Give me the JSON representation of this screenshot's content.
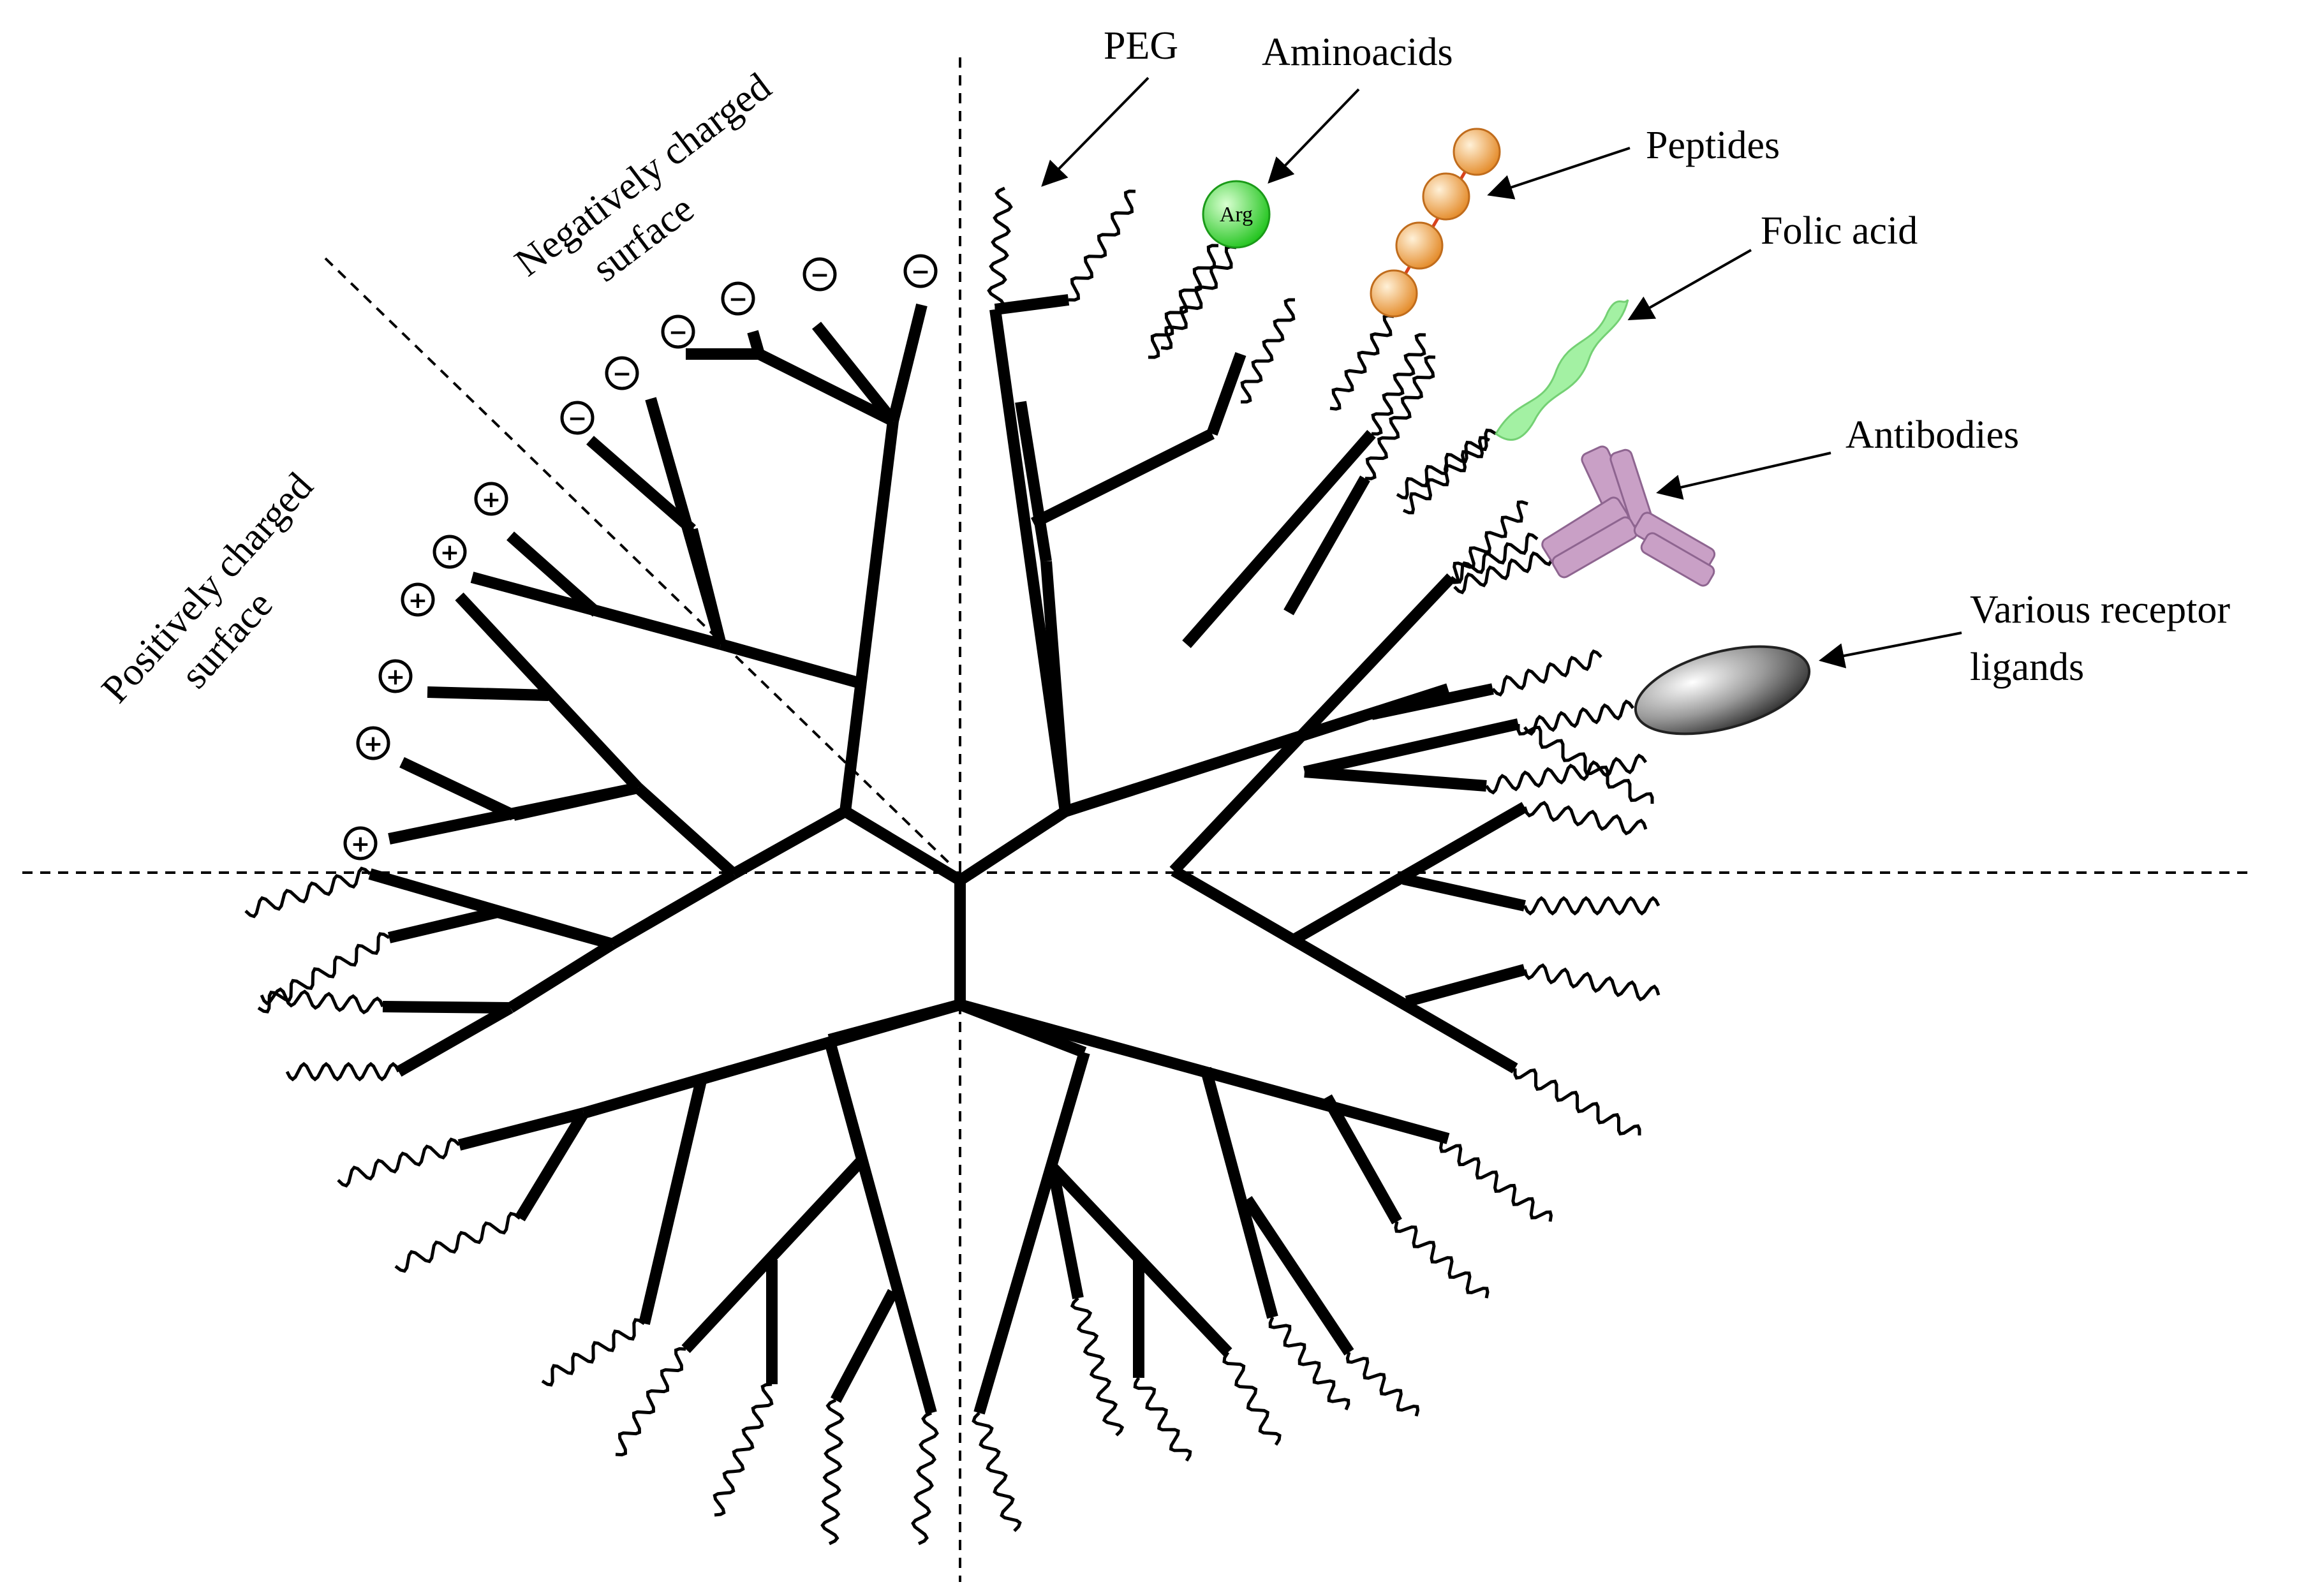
{
  "labels": {
    "peg": "PEG",
    "aminoacids": "Aminoacids",
    "peptides": "Peptides",
    "folic_acid": "Folic acid",
    "antibodies": "Antibodies",
    "receptor_line1": "Various receptor",
    "receptor_line2": "ligands",
    "neg_line1": "Negatively charged",
    "neg_line2": "surface",
    "pos_line1": "Positively charged",
    "pos_line2": "surface",
    "arg": "Arg"
  },
  "signs": {
    "minus": "−",
    "plus": "+"
  },
  "colors": {
    "branch": "#000000",
    "aminoacid": "#33dd33",
    "peptide": "#f0a04a",
    "folic": "#88e888",
    "antibody": "#c79ac4",
    "ligand": "#8a8a8a"
  }
}
